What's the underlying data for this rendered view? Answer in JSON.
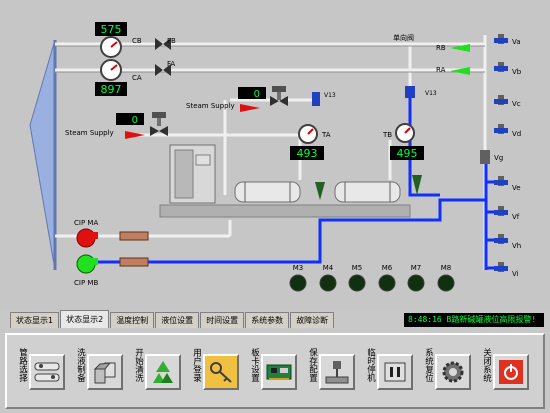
{
  "scada": {
    "flow_display_1": "575",
    "flow_display_2": "897",
    "temp_ta": "493",
    "temp_tb": "495",
    "valve_display_1": "0",
    "valve_display_2": "0",
    "labels": {
      "cb": "CB",
      "ca": "CA",
      "fb": "FB",
      "fa": "FA",
      "check_valve": "单向阀",
      "rb": "RB",
      "ra": "RA",
      "steam_supply_1": "Steam Supply",
      "steam_supply_2": "Steam Supply",
      "v13_left": "V13",
      "v13_right": "V13",
      "ta": "TA",
      "tb": "TB",
      "cip_ma": "CIP MA",
      "cip_mb": "CIP MB",
      "va": "Va",
      "vb": "Vb",
      "vc": "Vc",
      "vd": "Vd",
      "vg": "Vg",
      "ve": "Ve",
      "vf": "Vf",
      "vh": "Vh",
      "vi": "Vi"
    },
    "motors": [
      "M3",
      "M4",
      "M5",
      "M6",
      "M7",
      "M8"
    ]
  },
  "tabs": [
    {
      "label": "状态显示1"
    },
    {
      "label": "状态显示2"
    },
    {
      "label": "温度控制"
    },
    {
      "label": "液位设置"
    },
    {
      "label": "时间设置"
    },
    {
      "label": "系统参数"
    },
    {
      "label": "故障诊断"
    }
  ],
  "alarm_text": "8:48:16 B路新碱罐液位高限报警!",
  "toolbar": [
    {
      "label": "管路选择",
      "icon": "pipeline-icon"
    },
    {
      "label": "洗液制备",
      "icon": "preparation-icon"
    },
    {
      "label": "开始清洗",
      "icon": "recycle-icon"
    },
    {
      "label": "用户登录",
      "icon": "key-icon"
    },
    {
      "label": "板卡设置",
      "icon": "card-icon"
    },
    {
      "label": "保存配置",
      "icon": "save-icon"
    },
    {
      "label": "临时停机",
      "icon": "pause-icon"
    },
    {
      "label": "系统复位",
      "icon": "gear-icon"
    },
    {
      "label": "关闭系统",
      "icon": "power-icon"
    }
  ]
}
